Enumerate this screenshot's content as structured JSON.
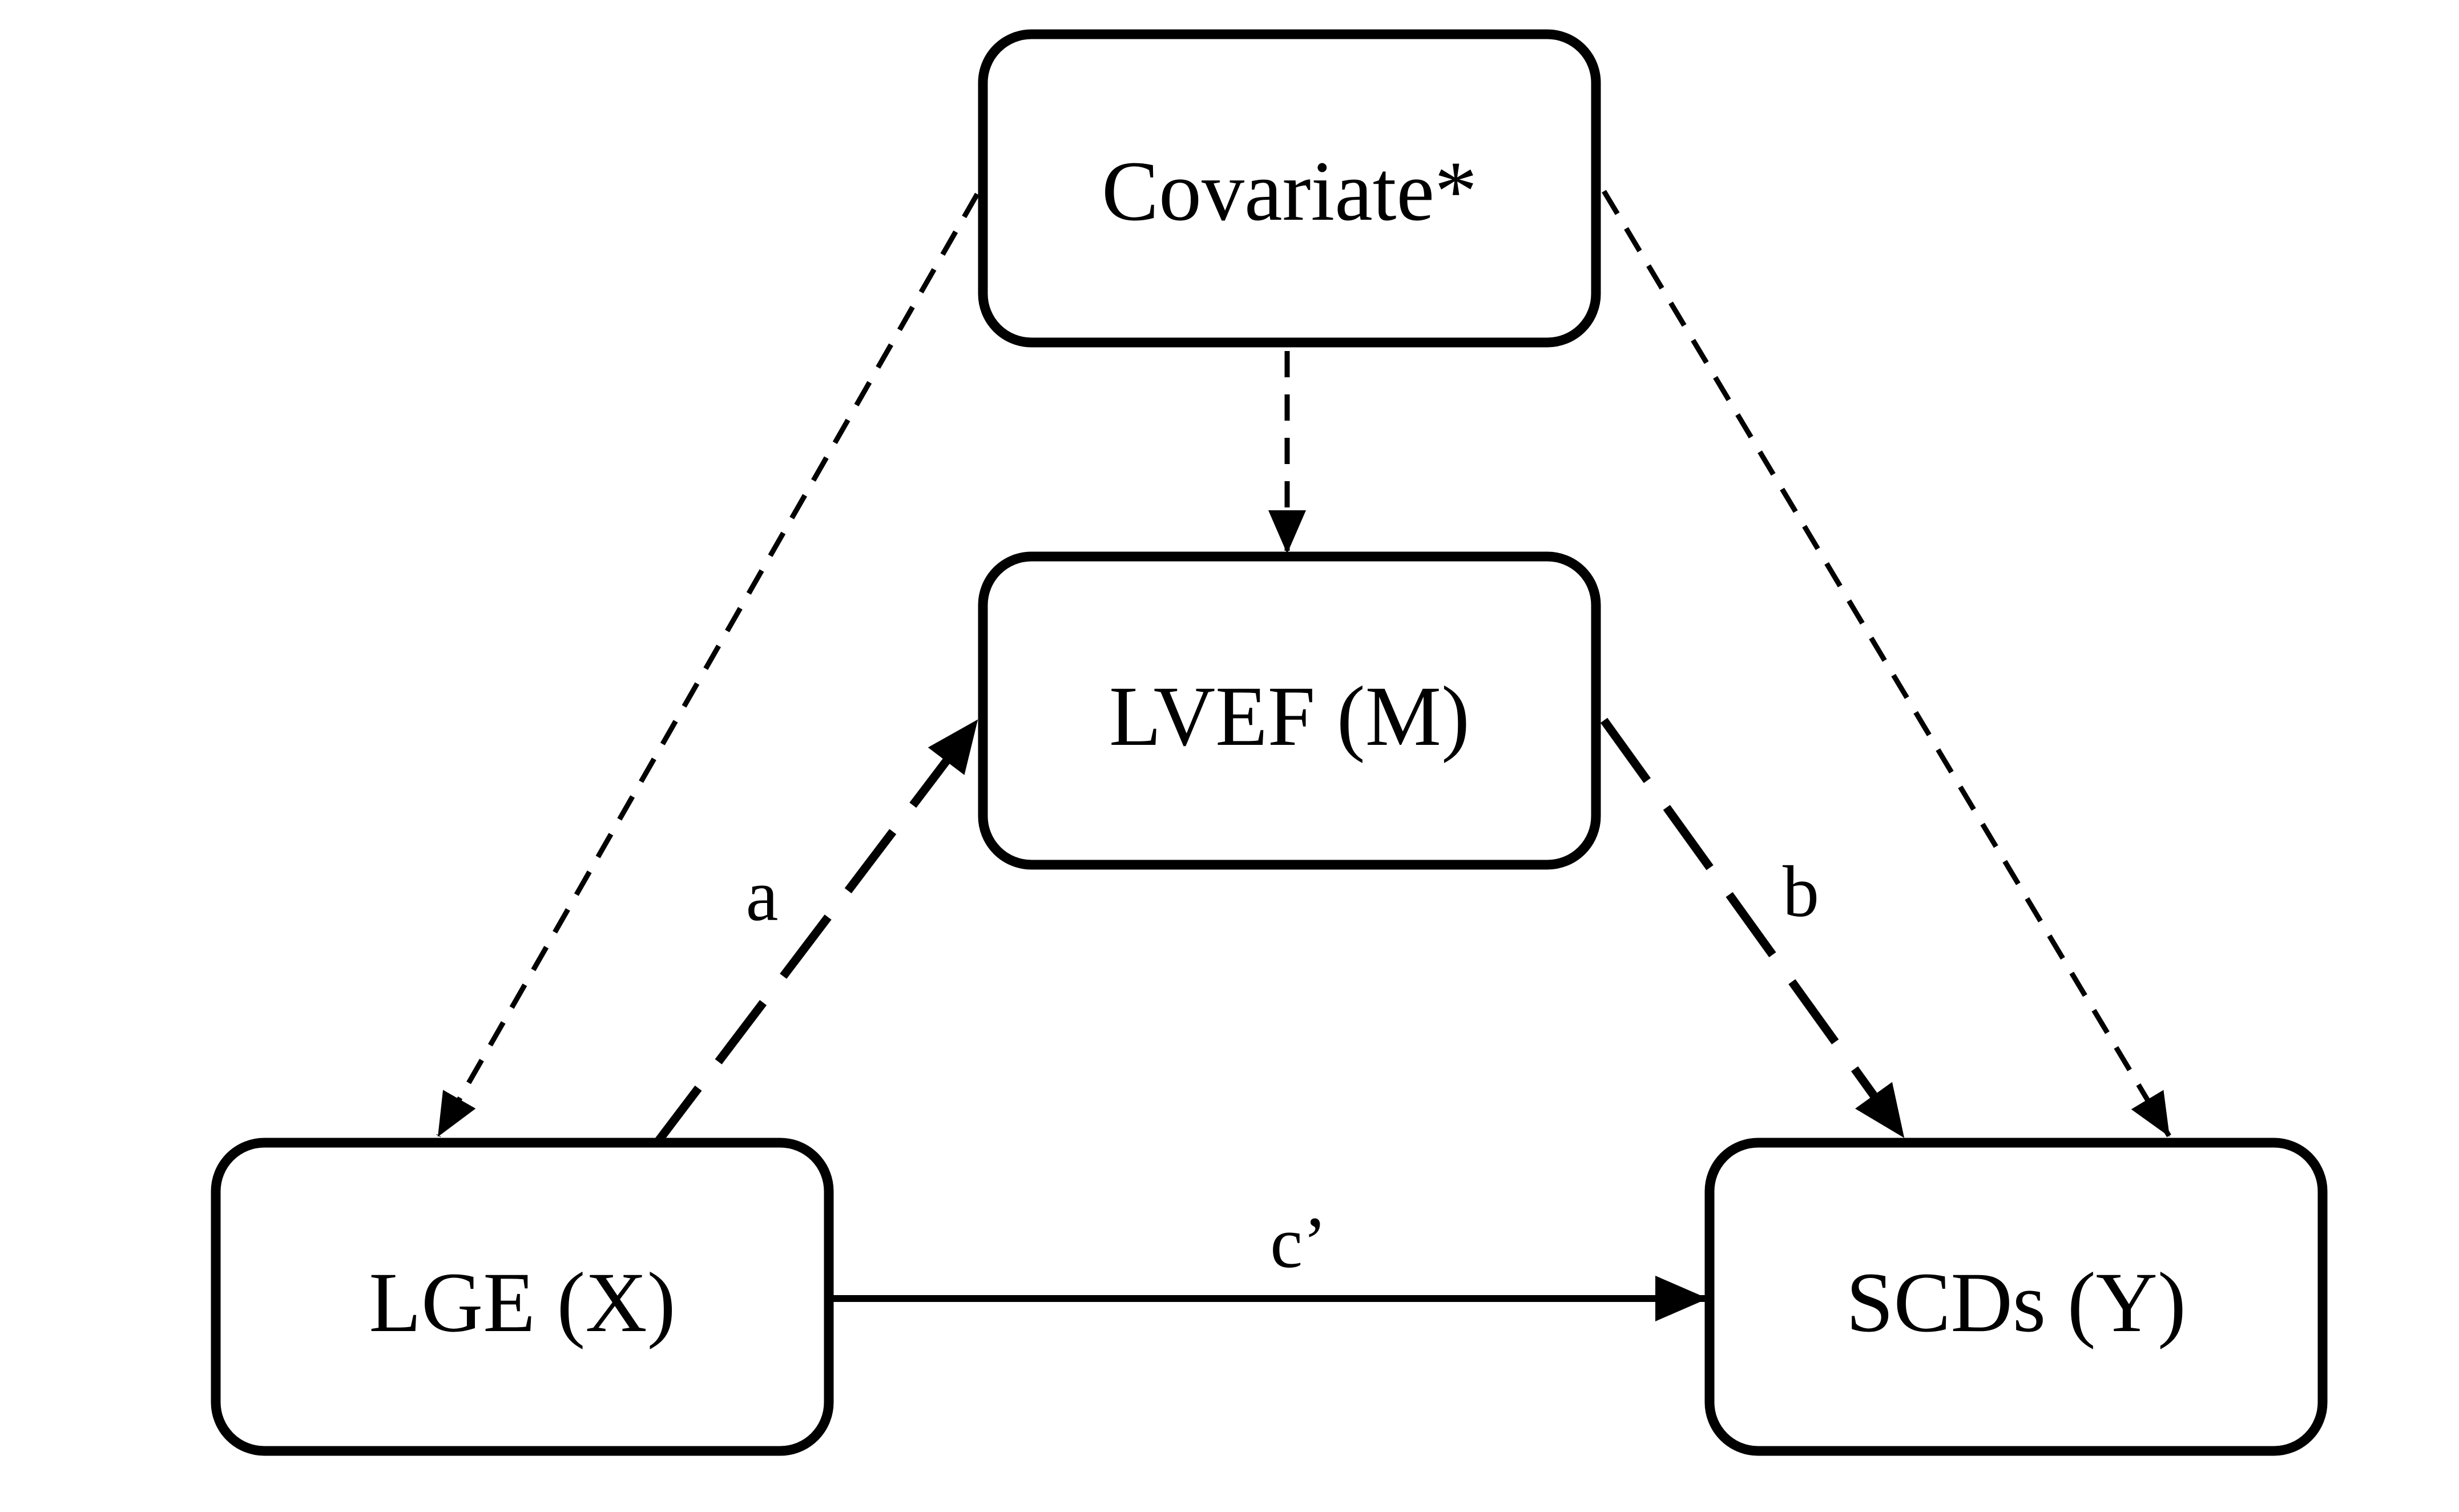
{
  "diagram": {
    "nodes": {
      "covariate": "Covariate*",
      "mediator": "LVEF (M)",
      "exposure": "LGE (X)",
      "outcome": "SCDs (Y)"
    },
    "paths": {
      "a": "a",
      "b": "b",
      "c_prime": "c’"
    }
  },
  "colors": {
    "stroke": "#000000",
    "background": "#ffffff"
  }
}
